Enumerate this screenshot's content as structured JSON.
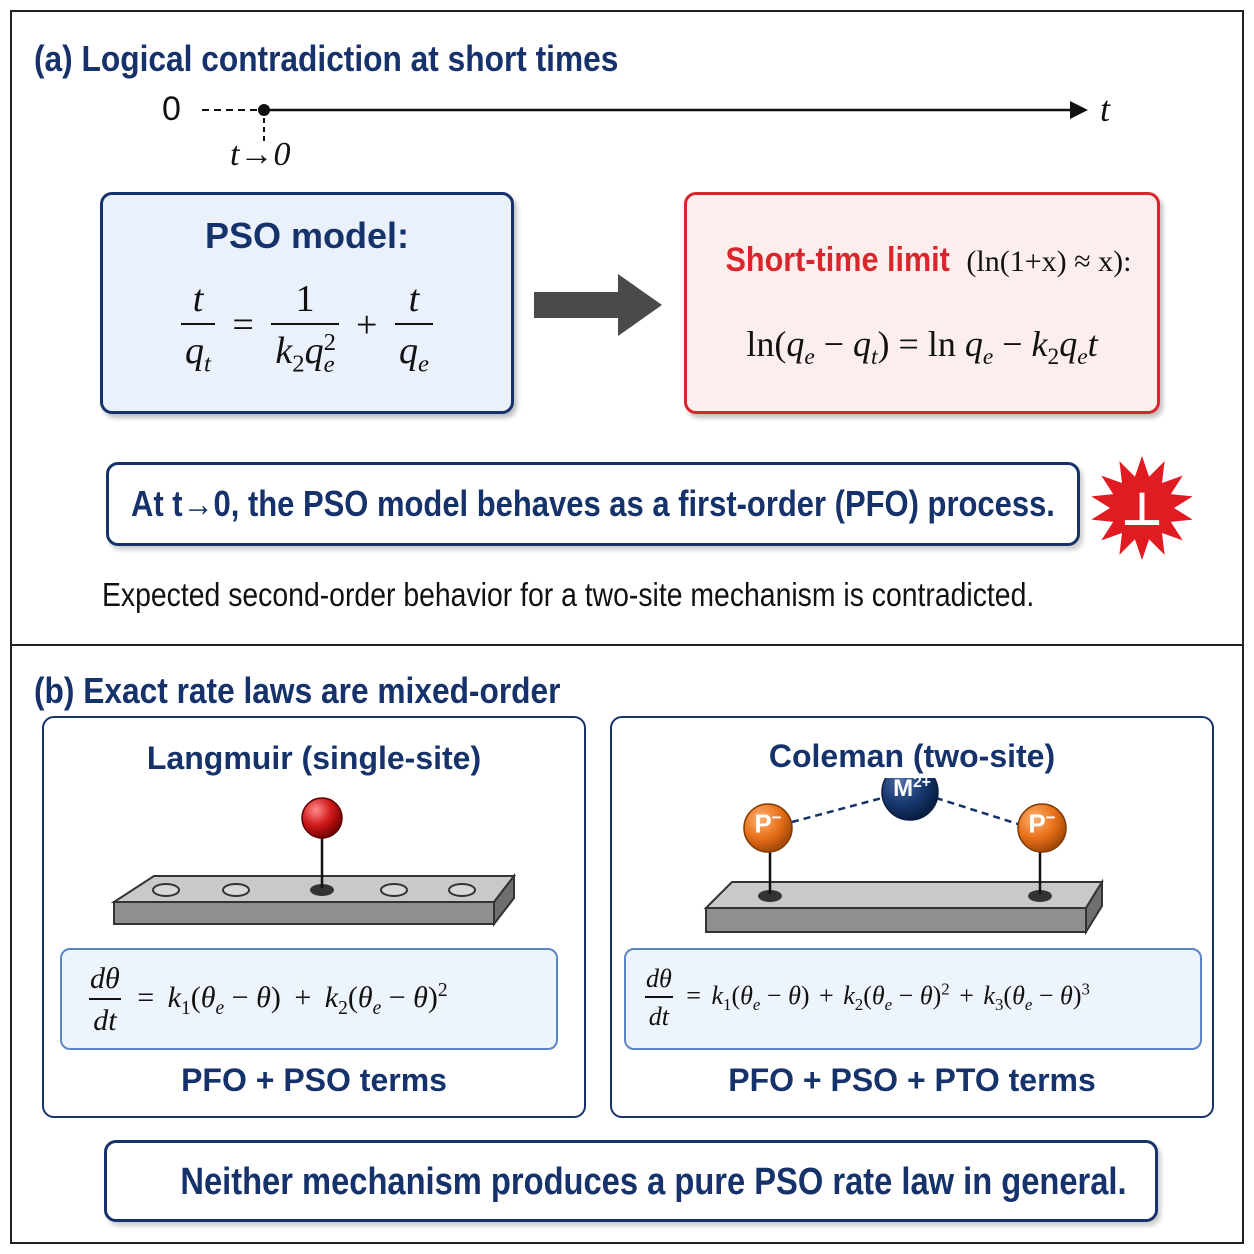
{
  "panel_a": {
    "heading": "(a) Logical contradiction at short times",
    "timeline": {
      "origin_label": "0",
      "axis_label": "t",
      "limit_label": "t→0"
    },
    "pso_box": {
      "title": "PSO model:"
    },
    "limit_box": {
      "title": "Short-time limit",
      "approx": "(ln(1+x) ≈ x):"
    },
    "statement": "At t→0, the PSO model behaves as a first-order (PFO) process.",
    "contradiction_symbol": "⊥",
    "note": "Expected second-order behavior for a two-site mechanism is contradicted.",
    "colors": {
      "navy": "#16326b",
      "red": "#d8262c",
      "blue_fill": "#eaf1fb",
      "red_fill": "#fdeeee"
    }
  },
  "panel_b": {
    "heading": "(b) Exact rate laws are mixed-order",
    "langmuir": {
      "title": "Langmuir (single-site)",
      "terms": "PFO + PSO terms"
    },
    "coleman": {
      "title": "Coleman (two-site)",
      "terms": "PFO + PSO + PTO terms",
      "ion_left": "P",
      "ion_left_charge": "−",
      "ion_center": "M",
      "ion_center_charge": "2+",
      "ion_right": "P",
      "ion_right_charge": "−"
    },
    "conclusion": "Neither mechanism produces a pure PSO rate law in general.",
    "colors": {
      "orange": "#e8701a",
      "navy_ion": "#17386e",
      "red_ball": "#d01a1a"
    }
  }
}
